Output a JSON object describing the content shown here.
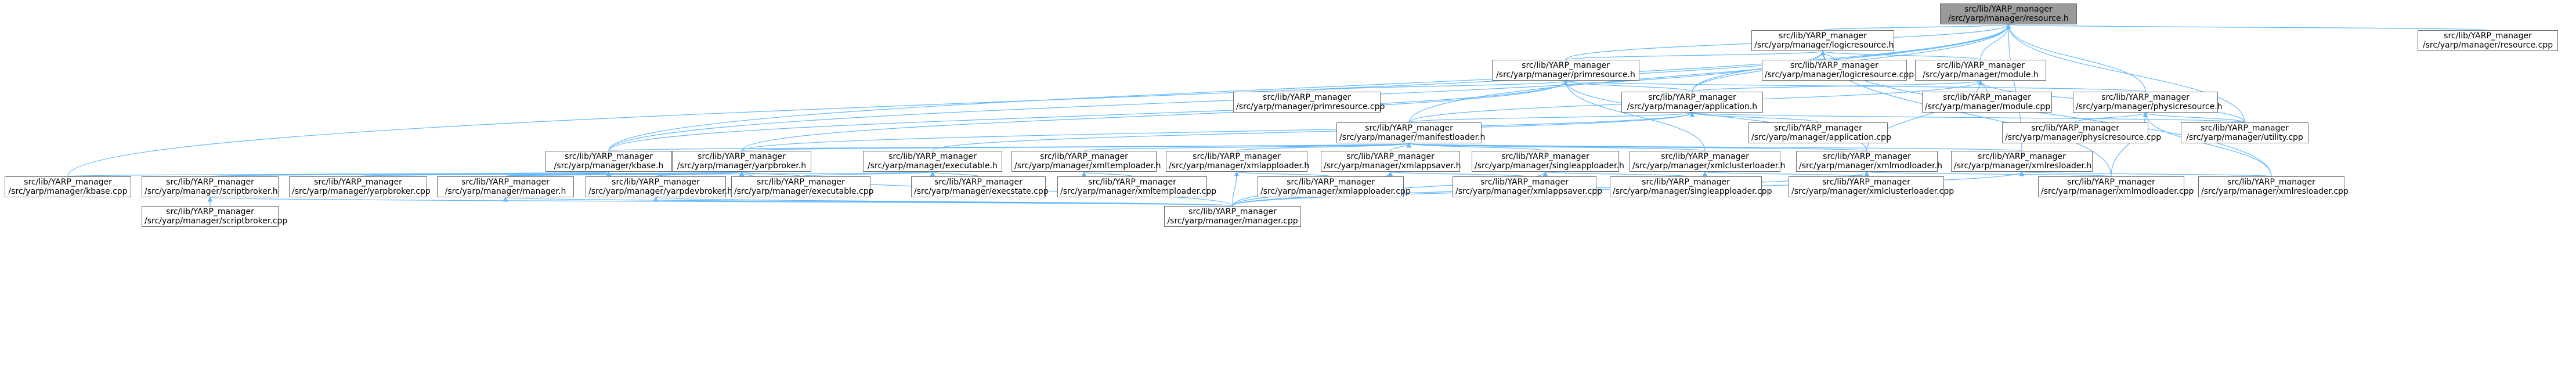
{
  "colors": {
    "edge": "#63b8ff",
    "node_border": "#6d6d6d",
    "root_fill": "#9a9a9a"
  },
  "nodes": [
    {
      "id": "root",
      "line1": "src/lib/YARP_manager",
      "line2": "/src/yarp/manager/resource.h",
      "root": true
    },
    {
      "id": "logicresource_h",
      "line1": "src/lib/YARP_manager",
      "line2": "/src/yarp/manager/logicresource.h"
    },
    {
      "id": "resource_cpp",
      "line1": "src/lib/YARP_manager",
      "line2": "/src/yarp/manager/resource.cpp"
    },
    {
      "id": "primresource_h",
      "line1": "src/lib/YARP_manager",
      "line2": "/src/yarp/manager/primresource.h"
    },
    {
      "id": "logicresource_cpp",
      "line1": "src/lib/YARP_manager",
      "line2": "/src/yarp/manager/logicresource.cpp"
    },
    {
      "id": "module_h",
      "line1": "src/lib/YARP_manager",
      "line2": "/src/yarp/manager/module.h"
    },
    {
      "id": "primresource_cpp",
      "line1": "src/lib/YARP_manager",
      "line2": "/src/yarp/manager/primresource.cpp"
    },
    {
      "id": "application_h",
      "line1": "src/lib/YARP_manager",
      "line2": "/src/yarp/manager/application.h"
    },
    {
      "id": "module_cpp",
      "line1": "src/lib/YARP_manager",
      "line2": "/src/yarp/manager/module.cpp"
    },
    {
      "id": "physicresource_h",
      "line1": "src/lib/YARP_manager",
      "line2": "/src/yarp/manager/physicresource.h"
    },
    {
      "id": "manifestloader_h",
      "line1": "src/lib/YARP_manager",
      "line2": "/src/yarp/manager/manifestloader.h"
    },
    {
      "id": "application_cpp",
      "line1": "src/lib/YARP_manager",
      "line2": "/src/yarp/manager/application.cpp"
    },
    {
      "id": "physicresource_cpp",
      "line1": "src/lib/YARP_manager",
      "line2": "/src/yarp/manager/physicresource.cpp"
    },
    {
      "id": "utility_cpp",
      "line1": "src/lib/YARP_manager",
      "line2": "/src/yarp/manager/utility.cpp"
    },
    {
      "id": "kbase_h",
      "line1": "src/lib/YARP_manager",
      "line2": "/src/yarp/manager/kbase.h"
    },
    {
      "id": "yarpbroker_h",
      "line1": "src/lib/YARP_manager",
      "line2": "/src/yarp/manager/yarpbroker.h"
    },
    {
      "id": "executable_h",
      "line1": "src/lib/YARP_manager",
      "line2": "/src/yarp/manager/executable.h"
    },
    {
      "id": "xmltemploader_h",
      "line1": "src/lib/YARP_manager",
      "line2": "/src/yarp/manager/xmltemploader.h"
    },
    {
      "id": "xmlapploader_h",
      "line1": "src/lib/YARP_manager",
      "line2": "/src/yarp/manager/xmlapploader.h"
    },
    {
      "id": "xmlappsaver_h",
      "line1": "src/lib/YARP_manager",
      "line2": "/src/yarp/manager/xmlappsaver.h"
    },
    {
      "id": "singleapploader_h",
      "line1": "src/lib/YARP_manager",
      "line2": "/src/yarp/manager/singleapploader.h"
    },
    {
      "id": "xmlclusterloader_h",
      "line1": "src/lib/YARP_manager",
      "line2": "/src/yarp/manager/xmlclusterloader.h"
    },
    {
      "id": "xmlmodloader_h",
      "line1": "src/lib/YARP_manager",
      "line2": "/src/yarp/manager/xmlmodloader.h"
    },
    {
      "id": "xmlresloader_h",
      "line1": "src/lib/YARP_manager",
      "line2": "/src/yarp/manager/xmlresloader.h"
    },
    {
      "id": "kbase_cpp",
      "line1": "src/lib/YARP_manager",
      "line2": "/src/yarp/manager/kbase.cpp"
    },
    {
      "id": "scriptbroker_h",
      "line1": "src/lib/YARP_manager",
      "line2": "/src/yarp/manager/scriptbroker.h"
    },
    {
      "id": "yarpbroker_cpp",
      "line1": "src/lib/YARP_manager",
      "line2": "/src/yarp/manager/yarpbroker.cpp"
    },
    {
      "id": "manager_h",
      "line1": "src/lib/YARP_manager",
      "line2": "/src/yarp/manager/manager.h"
    },
    {
      "id": "yarpdevbroker_h",
      "line1": "src/lib/YARP_manager",
      "line2": "/src/yarp/manager/yarpdevbroker.h"
    },
    {
      "id": "executable_cpp",
      "line1": "src/lib/YARP_manager",
      "line2": "/src/yarp/manager/executable.cpp"
    },
    {
      "id": "execstate_cpp",
      "line1": "src/lib/YARP_manager",
      "line2": "/src/yarp/manager/execstate.cpp"
    },
    {
      "id": "xmltemploader_cpp",
      "line1": "src/lib/YARP_manager",
      "line2": "/src/yarp/manager/xmltemploader.cpp"
    },
    {
      "id": "xmlapploader_cpp",
      "line1": "src/lib/YARP_manager",
      "line2": "/src/yarp/manager/xmlapploader.cpp"
    },
    {
      "id": "xmlappsaver_cpp",
      "line1": "src/lib/YARP_manager",
      "line2": "/src/yarp/manager/xmlappsaver.cpp"
    },
    {
      "id": "singleapploader_cpp",
      "line1": "src/lib/YARP_manager",
      "line2": "/src/yarp/manager/singleapploader.cpp"
    },
    {
      "id": "xmlclusterloader_cpp",
      "line1": "src/lib/YARP_manager",
      "line2": "/src/yarp/manager/xmlclusterloader.cpp"
    },
    {
      "id": "xmlmodloader_cpp",
      "line1": "src/lib/YARP_manager",
      "line2": "/src/yarp/manager/xmlmodloader.cpp"
    },
    {
      "id": "xmlresloader_cpp",
      "line1": "src/lib/YARP_manager",
      "line2": "/src/yarp/manager/xmlresloader.cpp"
    },
    {
      "id": "scriptbroker_cpp",
      "line1": "src/lib/YARP_manager",
      "line2": "/src/yarp/manager/scriptbroker.cpp"
    },
    {
      "id": "manager_cpp",
      "line1": "src/lib/YARP_manager",
      "line2": "/src/yarp/manager/manager.cpp"
    }
  ],
  "edges": [
    [
      "logicresource_h",
      "root"
    ],
    [
      "resource_cpp",
      "root"
    ],
    [
      "primresource_h",
      "root"
    ],
    [
      "module_h",
      "root"
    ],
    [
      "physicresource_h",
      "root"
    ],
    [
      "manifestloader_h",
      "root"
    ],
    [
      "utility_cpp",
      "root"
    ],
    [
      "kbase_h",
      "root"
    ],
    [
      "kbase_cpp",
      "root"
    ],
    [
      "xmlresloader_h",
      "root"
    ],
    [
      "application_h",
      "root"
    ],
    [
      "primresource_h",
      "logicresource_h"
    ],
    [
      "logicresource_cpp",
      "logicresource_h"
    ],
    [
      "module_h",
      "logicresource_h"
    ],
    [
      "application_h",
      "logicresource_h"
    ],
    [
      "xmlmodloader_cpp",
      "logicresource_h"
    ],
    [
      "xmlresloader_cpp",
      "logicresource_h"
    ],
    [
      "kbase_h",
      "logicresource_h"
    ],
    [
      "primresource_cpp",
      "primresource_h"
    ],
    [
      "application_h",
      "primresource_h"
    ],
    [
      "physicresource_h",
      "primresource_h"
    ],
    [
      "yarpbroker_h",
      "primresource_h"
    ],
    [
      "kbase_h",
      "primresource_h"
    ],
    [
      "xmlclusterloader_h",
      "primresource_h"
    ],
    [
      "xmlmodloader_h",
      "primresource_h"
    ],
    [
      "module_cpp",
      "module_h"
    ],
    [
      "application_h",
      "module_h"
    ],
    [
      "manifestloader_h",
      "module_h"
    ],
    [
      "utility_cpp",
      "module_h"
    ],
    [
      "xmlmodloader_h",
      "module_h"
    ],
    [
      "manifestloader_h",
      "application_h"
    ],
    [
      "application_cpp",
      "application_h"
    ],
    [
      "utility_cpp",
      "application_h"
    ],
    [
      "executable_h",
      "application_h"
    ],
    [
      "yarpbroker_h",
      "application_h"
    ],
    [
      "physicresource_cpp",
      "physicresource_h"
    ],
    [
      "utility_cpp",
      "physicresource_h"
    ],
    [
      "xmlresloader_cpp",
      "physicresource_h"
    ],
    [
      "xmlmodloader_cpp",
      "physicresource_h"
    ],
    [
      "kbase_h",
      "manifestloader_h"
    ],
    [
      "yarpbroker_h",
      "manifestloader_h"
    ],
    [
      "xmltemploader_h",
      "manifestloader_h"
    ],
    [
      "xmlapploader_h",
      "manifestloader_h"
    ],
    [
      "xmlappsaver_h",
      "manifestloader_h"
    ],
    [
      "singleapploader_h",
      "manifestloader_h"
    ],
    [
      "xmlclusterloader_h",
      "manifestloader_h"
    ],
    [
      "xmlmodloader_h",
      "manifestloader_h"
    ],
    [
      "xmlresloader_h",
      "manifestloader_h"
    ],
    [
      "kbase_cpp",
      "kbase_h"
    ],
    [
      "manager_h",
      "kbase_h"
    ],
    [
      "scriptbroker_h",
      "yarpbroker_h"
    ],
    [
      "yarpbroker_cpp",
      "yarpbroker_h"
    ],
    [
      "manager_h",
      "yarpbroker_h"
    ],
    [
      "yarpdevbroker_h",
      "yarpbroker_h"
    ],
    [
      "executable_cpp",
      "yarpbroker_h"
    ],
    [
      "manager_cpp",
      "yarpbroker_h"
    ],
    [
      "executable_cpp",
      "executable_h"
    ],
    [
      "execstate_cpp",
      "executable_h"
    ],
    [
      "manager_h",
      "executable_h"
    ],
    [
      "xmltemploader_cpp",
      "xmltemploader_h"
    ],
    [
      "xmlapploader_cpp",
      "xmlapploader_h"
    ],
    [
      "manager_cpp",
      "xmlapploader_h"
    ],
    [
      "xmlappsaver_cpp",
      "xmlappsaver_h"
    ],
    [
      "manager_cpp",
      "xmlappsaver_h"
    ],
    [
      "singleapploader_cpp",
      "singleapploader_h"
    ],
    [
      "manager_cpp",
      "singleapploader_h"
    ],
    [
      "xmlclusterloader_cpp",
      "xmlclusterloader_h"
    ],
    [
      "xmlmodloader_cpp",
      "xmlmodloader_h"
    ],
    [
      "manager_cpp",
      "xmlmodloader_h"
    ],
    [
      "xmlresloader_cpp",
      "xmlresloader_h"
    ],
    [
      "manager_cpp",
      "xmlresloader_h"
    ],
    [
      "scriptbroker_cpp",
      "scriptbroker_h"
    ],
    [
      "manager_cpp",
      "scriptbroker_h"
    ],
    [
      "manager_cpp",
      "manager_h"
    ],
    [
      "manager_cpp",
      "yarpdevbroker_h"
    ]
  ]
}
